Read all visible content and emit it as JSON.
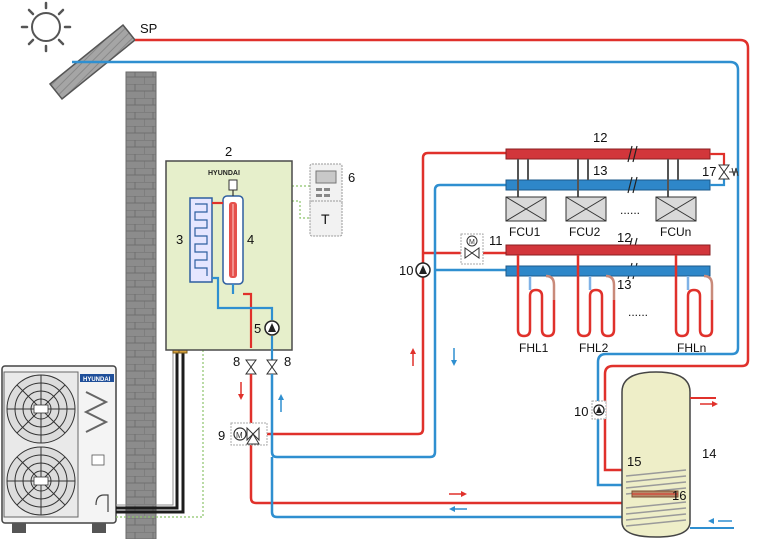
{
  "labels": {
    "solar_panel": "SP",
    "hydro_box": "2",
    "plate_exchanger": "3",
    "backup_heater": "4",
    "pump_internal": "5",
    "controller": "6",
    "thermostat": "T",
    "valve_left": "8",
    "valve_right": "8",
    "three_way_valve": "9",
    "pump_circuit": "10",
    "pump_dhw": "10",
    "two_way_valve": "11",
    "manifold_top": "12",
    "manifold_mid": "12",
    "collector_top": "13",
    "collector_bottom": "13",
    "bypass_valve": "17",
    "tank": "14",
    "tank_coil_solar": "15",
    "tank_heater": "16"
  },
  "fan_coils": [
    "FCU1",
    "FCU2",
    "FCUn"
  ],
  "floor_loops": [
    "FHL1",
    "FHL2",
    "FHLn"
  ],
  "ellipsis": "......",
  "brand": "HYUNDAI",
  "colors": {
    "hot": "#e0312b",
    "cold": "#2f8fd0",
    "hydro_box": "#e6efcb",
    "tank": "#eeeec8",
    "wall": "#8a8a8a",
    "manifold_hot": "#d2363b",
    "manifold_cold": "#2e87c9",
    "signal": "#8cc36a"
  }
}
